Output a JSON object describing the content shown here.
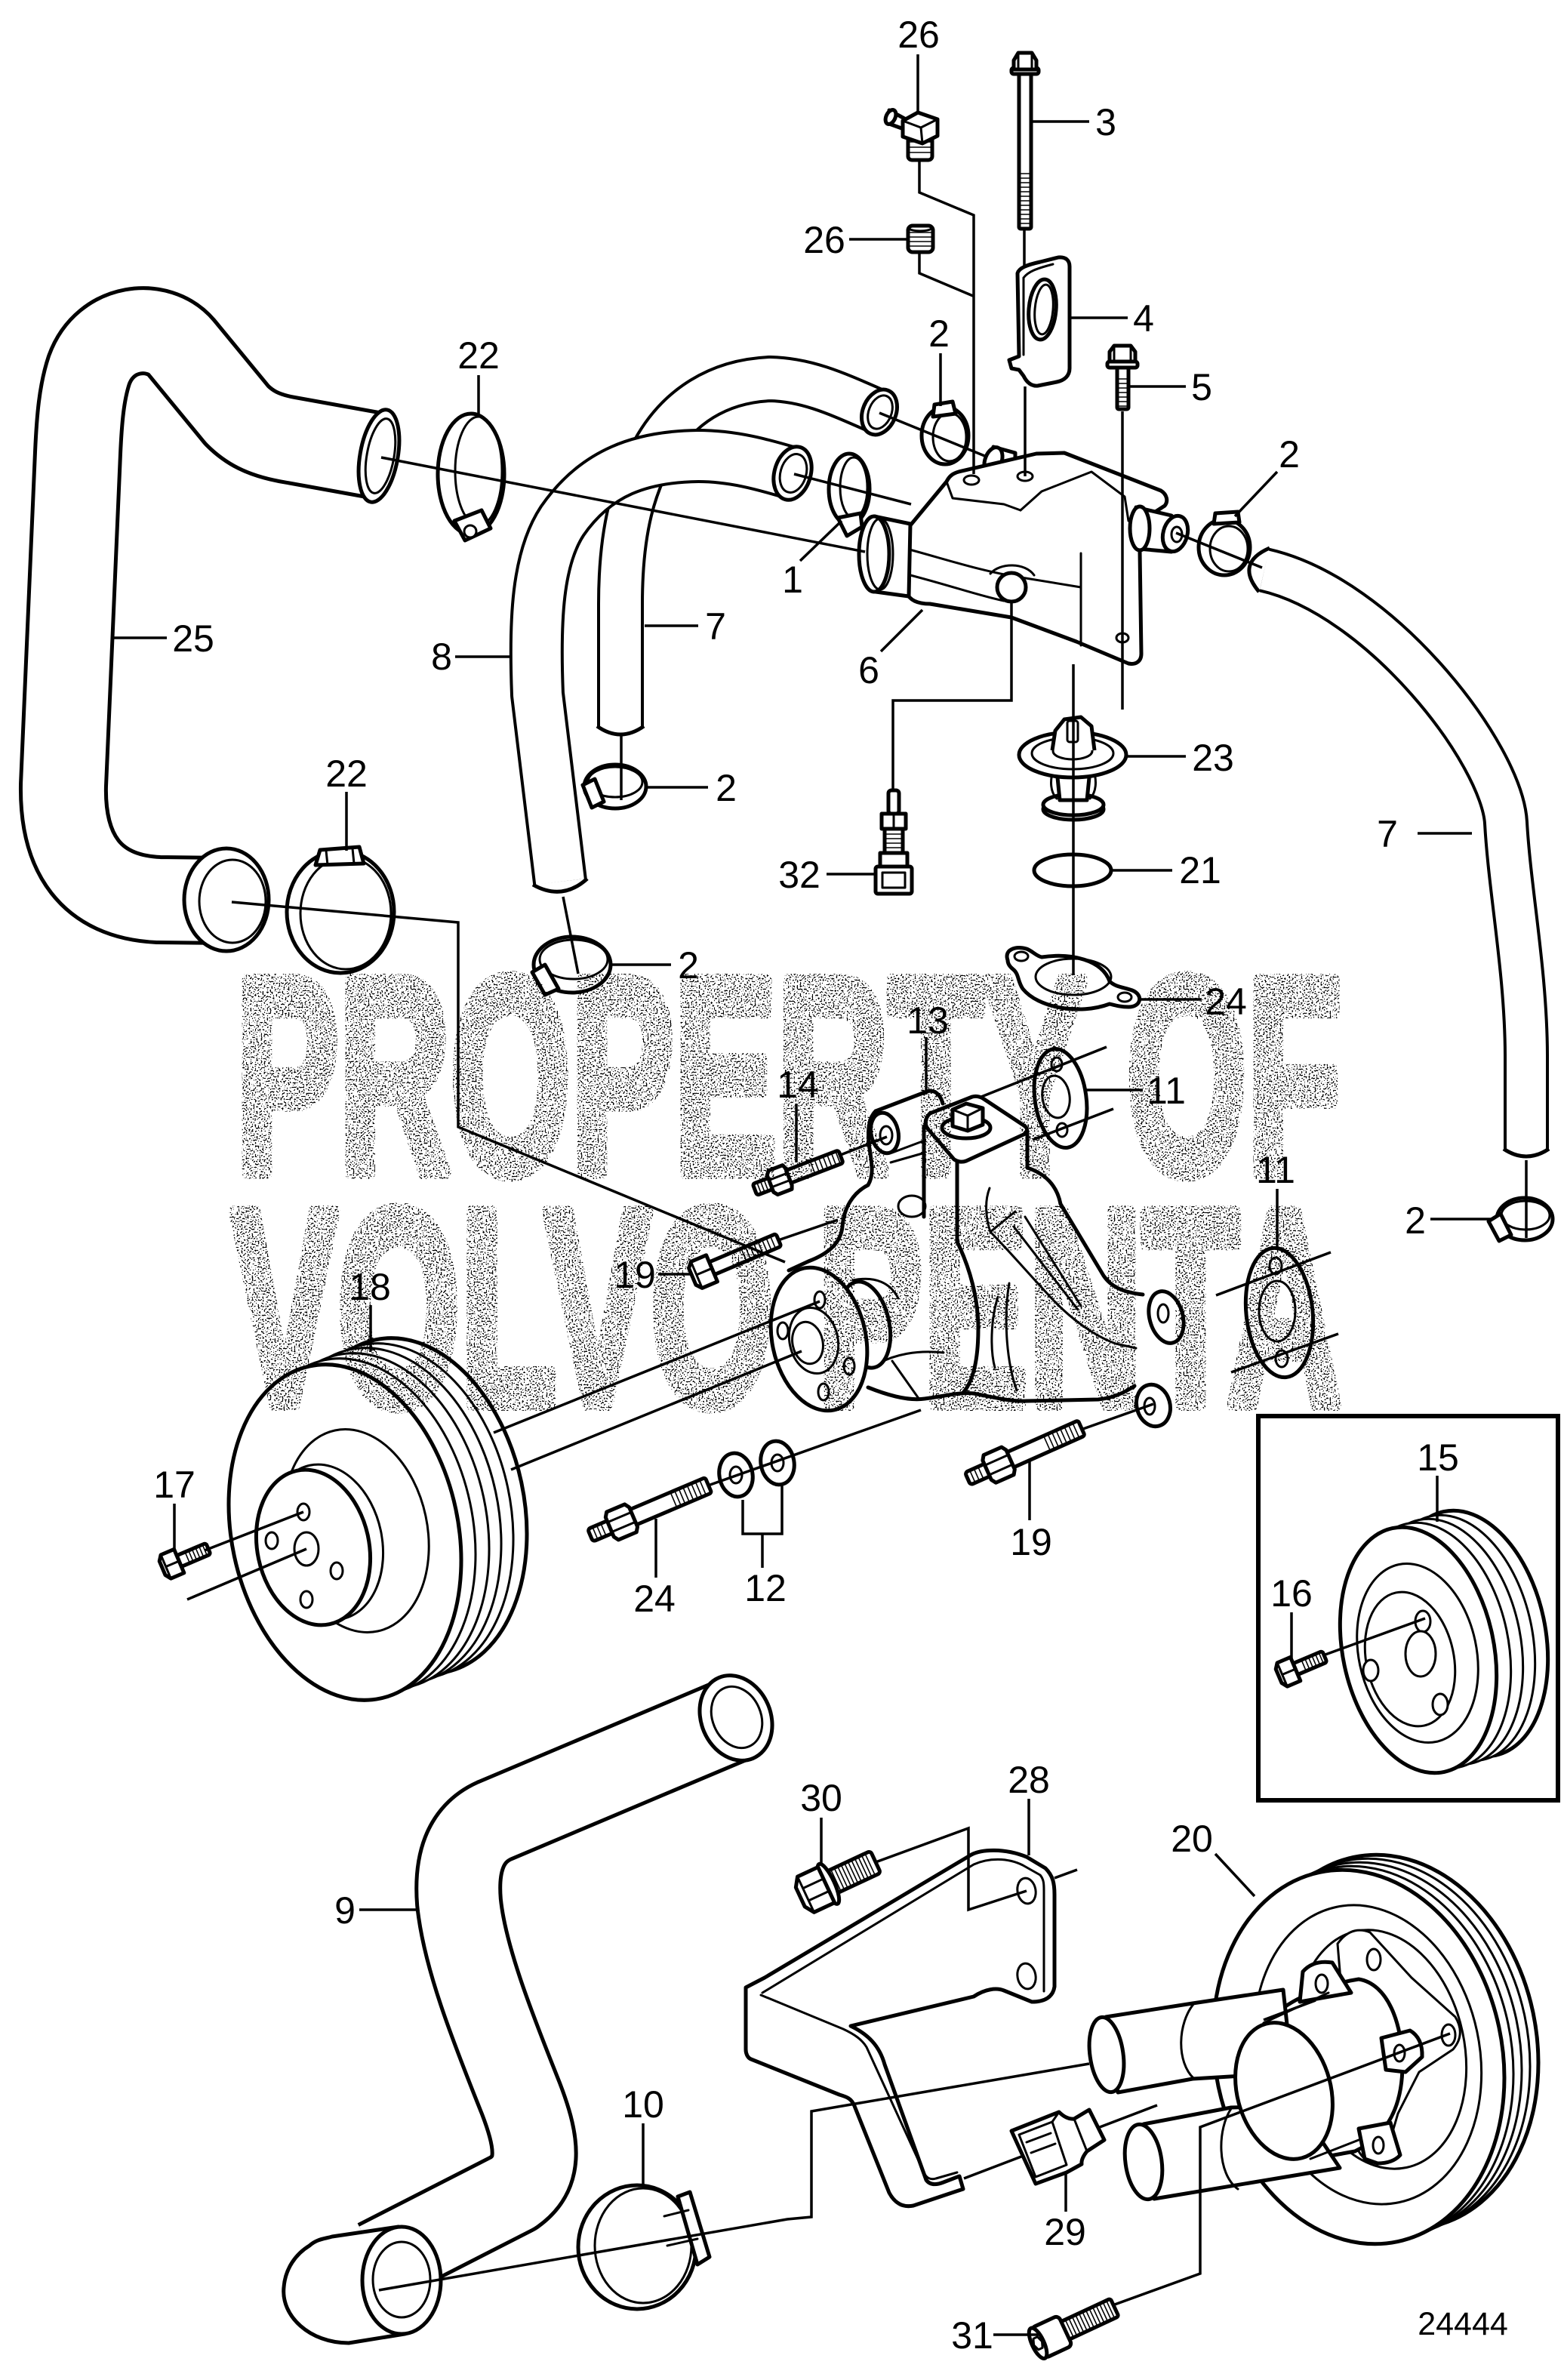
{
  "diagram": {
    "reference_number": "24444"
  },
  "watermark": {
    "line1": "PROPERTY OF",
    "line2": "VOLVO PENTA"
  },
  "callouts": [
    {
      "label": "26"
    },
    {
      "label": "3"
    },
    {
      "label": "26"
    },
    {
      "label": "4"
    },
    {
      "label": "22"
    },
    {
      "label": "2"
    },
    {
      "label": "5"
    },
    {
      "label": "2"
    },
    {
      "label": "1"
    },
    {
      "label": "25"
    },
    {
      "label": "8"
    },
    {
      "label": "7"
    },
    {
      "label": "6"
    },
    {
      "label": "22"
    },
    {
      "label": "2"
    },
    {
      "label": "23"
    },
    {
      "label": "7"
    },
    {
      "label": "32"
    },
    {
      "label": "21"
    },
    {
      "label": "2"
    },
    {
      "label": "24"
    },
    {
      "label": "13"
    },
    {
      "label": "14"
    },
    {
      "label": "11"
    },
    {
      "label": "11"
    },
    {
      "label": "2"
    },
    {
      "label": "19"
    },
    {
      "label": "18"
    },
    {
      "label": "17"
    },
    {
      "label": "19"
    },
    {
      "label": "24"
    },
    {
      "label": "12"
    },
    {
      "label": "30"
    },
    {
      "label": "28"
    },
    {
      "label": "20"
    },
    {
      "label": "9"
    },
    {
      "label": "10"
    },
    {
      "label": "29"
    },
    {
      "label": "31"
    }
  ],
  "inset": {
    "callouts": [
      {
        "label": "15"
      },
      {
        "label": "16"
      }
    ]
  }
}
